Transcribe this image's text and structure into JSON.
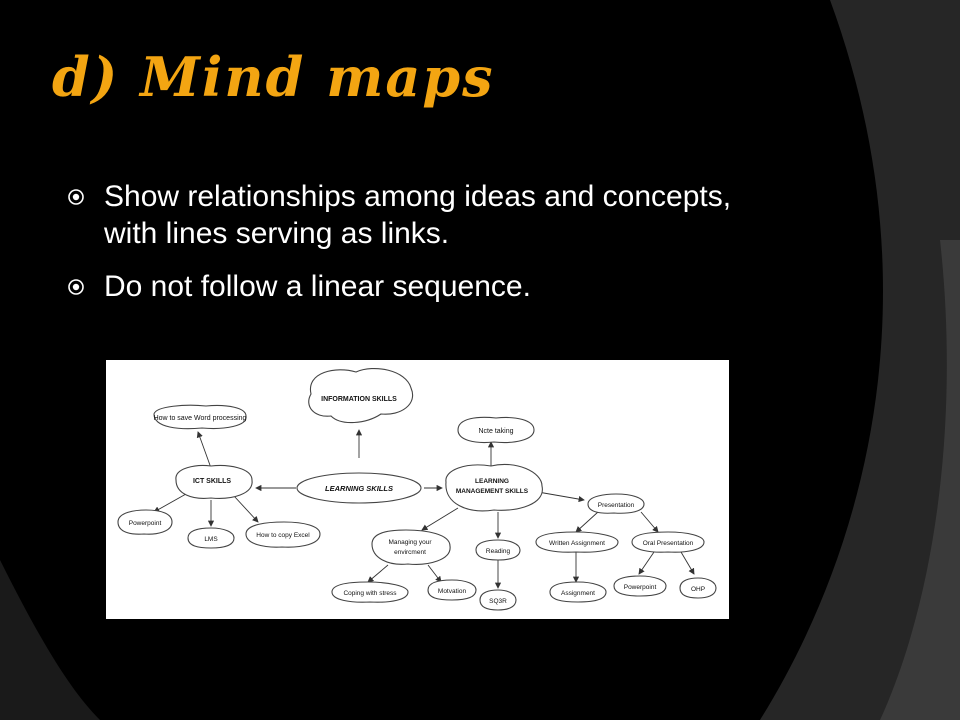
{
  "slide": {
    "title": "d) Mind maps",
    "bullets": [
      "Show relationships among ideas and concepts, with lines serving as links.",
      "Do not follow a linear sequence."
    ],
    "colors": {
      "background": "#000000",
      "title": "#f3a512",
      "text": "#ffffff",
      "swoosh": "#2a2a2a"
    }
  },
  "mindmap": {
    "nodes": {
      "info": "INFORMATION SKILLS",
      "howto_word": "How to save Word processing",
      "note": "Ncte taking",
      "learning": "LEARNING SKILLS",
      "ict": "ICT SKILLS",
      "lms_mgmt_1": "LEARNING",
      "lms_mgmt_2": "MANAGEMENT SKILLS",
      "presentation": "Presentation",
      "powerpoint_left": "Powerpoint",
      "lms": "LMS",
      "howto_excel": "How to copy Excel",
      "managing_1": "Managing your",
      "managing_2": "envircment",
      "reading": "Reading",
      "written": "Written Assignment",
      "oral": "Oral Presentation",
      "coping": "Coping with stress",
      "motivation": "Motvation",
      "sq3r": "SQ3R",
      "assignment": "Assignment",
      "powerpoint_right": "Powerpoint",
      "ohp": "OHP"
    }
  }
}
